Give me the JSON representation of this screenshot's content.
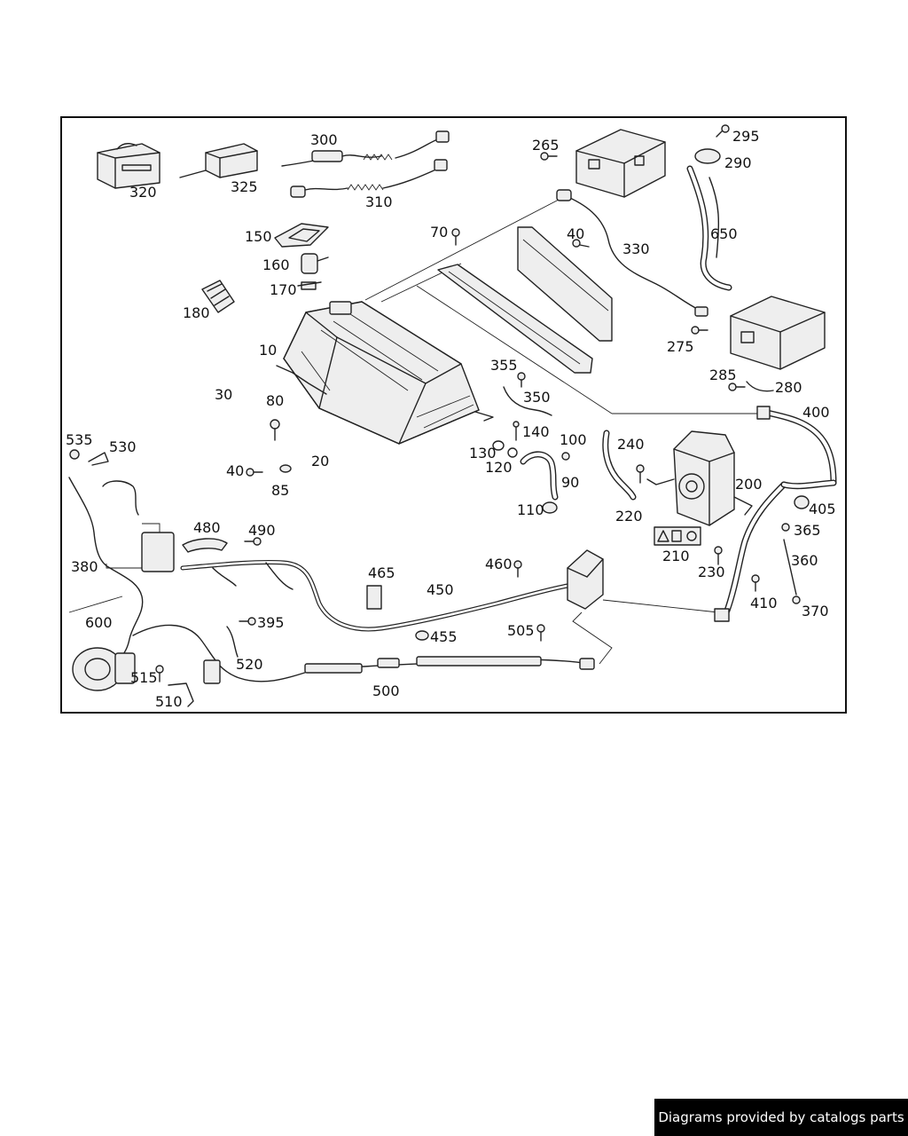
{
  "diagram": {
    "callouts": {
      "c10": "10",
      "c20": "20",
      "c30": "30",
      "c40a": "40",
      "c40b": "40",
      "c70": "70",
      "c80": "80",
      "c85": "85",
      "c90": "90",
      "c100": "100",
      "c110": "110",
      "c120": "120",
      "c130": "130",
      "c140": "140",
      "c150": "150",
      "c160": "160",
      "c170": "170",
      "c180": "180",
      "c200": "200",
      "c210": "210",
      "c220": "220",
      "c230": "230",
      "c240": "240",
      "c265": "265",
      "c275": "275",
      "c280": "280",
      "c285": "285",
      "c290": "290",
      "c295": "295",
      "c300": "300",
      "c310": "310",
      "c320": "320",
      "c325": "325",
      "c330": "330",
      "c350": "350",
      "c355": "355",
      "c360": "360",
      "c365": "365",
      "c370": "370",
      "c380": "380",
      "c395": "395",
      "c400": "400",
      "c405": "405",
      "c410": "410",
      "c450": "450",
      "c455": "455",
      "c460": "460",
      "c465": "465",
      "c480": "480",
      "c490": "490",
      "c500": "500",
      "c505": "505",
      "c510": "510",
      "c515": "515",
      "c520": "520",
      "c530": "530",
      "c535": "535",
      "c600": "600",
      "c650": "650"
    }
  },
  "footer": {
    "credit": "Diagrams provided by catalogs parts"
  },
  "colors": {
    "line": "#222222",
    "background": "#ffffff",
    "credit_bg": "#000000",
    "credit_text": "#ffffff"
  }
}
